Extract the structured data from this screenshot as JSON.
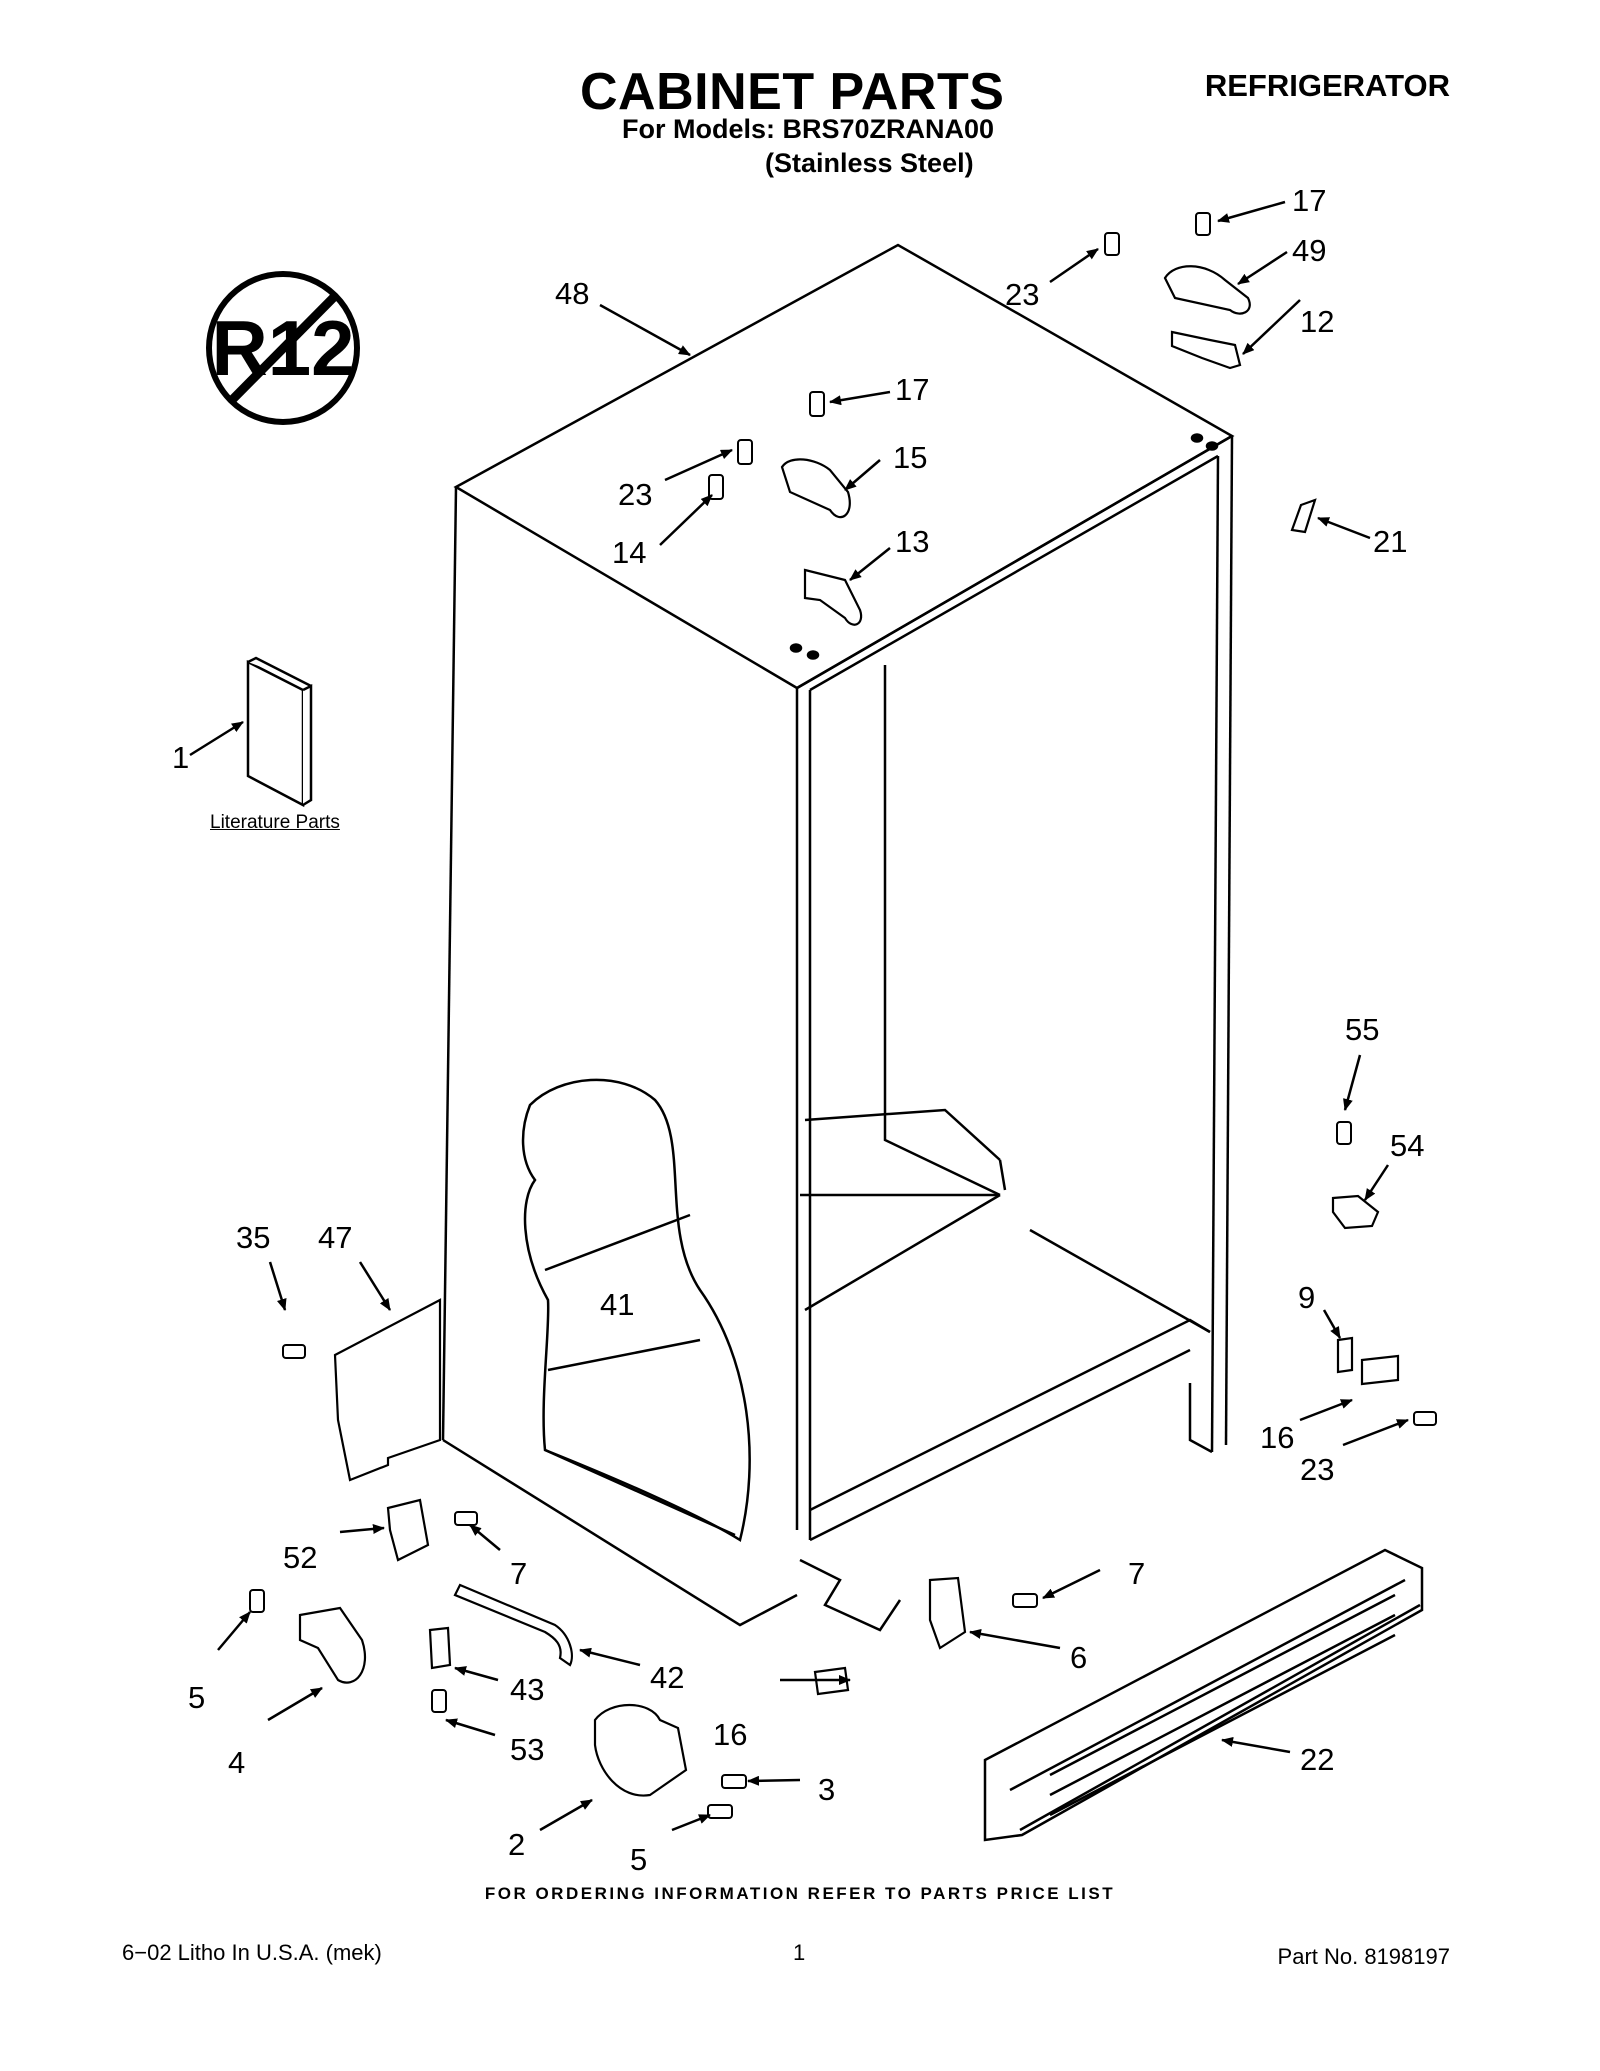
{
  "header": {
    "title": "CABINET PARTS",
    "appliance": "REFRIGERATOR",
    "models_line": "For Models: BRS70ZRANA00",
    "finish_line": "(Stainless Steel)"
  },
  "badge": {
    "text": "R12",
    "icon": "no-r12-prohibition-icon"
  },
  "literature_label": "Literature Parts",
  "callouts": [
    {
      "id": "c48",
      "text": "48"
    },
    {
      "id": "c23a",
      "text": "23"
    },
    {
      "id": "c17a",
      "text": "17"
    },
    {
      "id": "c49",
      "text": "49"
    },
    {
      "id": "c12",
      "text": "12"
    },
    {
      "id": "c17b",
      "text": "17"
    },
    {
      "id": "c15",
      "text": "15"
    },
    {
      "id": "c23b",
      "text": "23"
    },
    {
      "id": "c14",
      "text": "14"
    },
    {
      "id": "c13",
      "text": "13"
    },
    {
      "id": "c21",
      "text": "21"
    },
    {
      "id": "c1",
      "text": "1"
    },
    {
      "id": "c55",
      "text": "55"
    },
    {
      "id": "c54",
      "text": "54"
    },
    {
      "id": "c35",
      "text": "35"
    },
    {
      "id": "c47",
      "text": "47"
    },
    {
      "id": "c41",
      "text": "41"
    },
    {
      "id": "c9",
      "text": "9"
    },
    {
      "id": "c16a",
      "text": "16"
    },
    {
      "id": "c23c",
      "text": "23"
    },
    {
      "id": "c52",
      "text": "52"
    },
    {
      "id": "c7a",
      "text": "7"
    },
    {
      "id": "c7b",
      "text": "7"
    },
    {
      "id": "c6",
      "text": "6"
    },
    {
      "id": "c5a",
      "text": "5"
    },
    {
      "id": "c42",
      "text": "42"
    },
    {
      "id": "c43",
      "text": "43"
    },
    {
      "id": "c16b",
      "text": "16"
    },
    {
      "id": "c4",
      "text": "4"
    },
    {
      "id": "c53",
      "text": "53"
    },
    {
      "id": "c22",
      "text": "22"
    },
    {
      "id": "c3",
      "text": "3"
    },
    {
      "id": "c2",
      "text": "2"
    },
    {
      "id": "c5b",
      "text": "5"
    }
  ],
  "footer": {
    "ordering": "FOR ORDERING INFORMATION REFER TO PARTS PRICE LIST",
    "litho": "6−02 Litho In U.S.A. (mek)",
    "page": "1",
    "part_no": "Part No. 8198197"
  }
}
